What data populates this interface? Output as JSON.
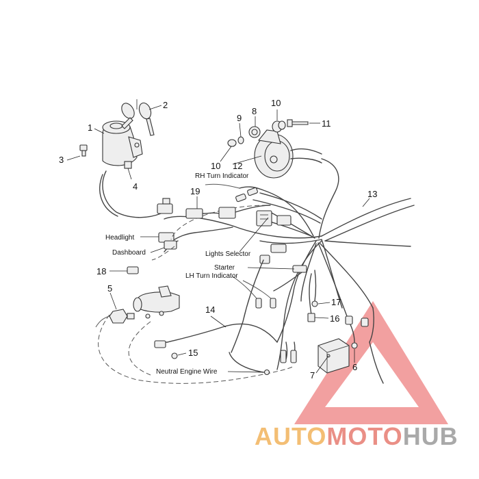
{
  "callouts": [
    {
      "id": "c1",
      "text": "1"
    },
    {
      "id": "c2",
      "text": "2"
    },
    {
      "id": "c3",
      "text": "3"
    },
    {
      "id": "c4",
      "text": "4"
    },
    {
      "id": "c5",
      "text": "5"
    },
    {
      "id": "c6",
      "text": "6"
    },
    {
      "id": "c7",
      "text": "7"
    },
    {
      "id": "c8",
      "text": "8"
    },
    {
      "id": "c9",
      "text": "9"
    },
    {
      "id": "c10a",
      "text": "10"
    },
    {
      "id": "c10b",
      "text": "10"
    },
    {
      "id": "c11",
      "text": "11"
    },
    {
      "id": "c12",
      "text": "12"
    },
    {
      "id": "c13",
      "text": "13"
    },
    {
      "id": "c14",
      "text": "14"
    },
    {
      "id": "c15",
      "text": "15"
    },
    {
      "id": "c16",
      "text": "16"
    },
    {
      "id": "c17",
      "text": "17"
    },
    {
      "id": "c18",
      "text": "18"
    },
    {
      "id": "c19",
      "text": "19"
    }
  ],
  "labels": {
    "rh_turn": "RH Turn Indicator",
    "headlight": "Headlight",
    "dashboard": "Dashboard",
    "lights_selector": "Lights Selector",
    "starter": "Starter",
    "lh_turn": "LH Turn Indicator",
    "neutral_wire": "Neutral Engine Wire"
  },
  "watermark": {
    "part1": "AUTO",
    "part2": "MOTO",
    "part3": "HUB",
    "color1": "#f2b766",
    "color2": "#e8837a",
    "color3": "#a0a0a0",
    "triangle_color": "#ee8080"
  }
}
